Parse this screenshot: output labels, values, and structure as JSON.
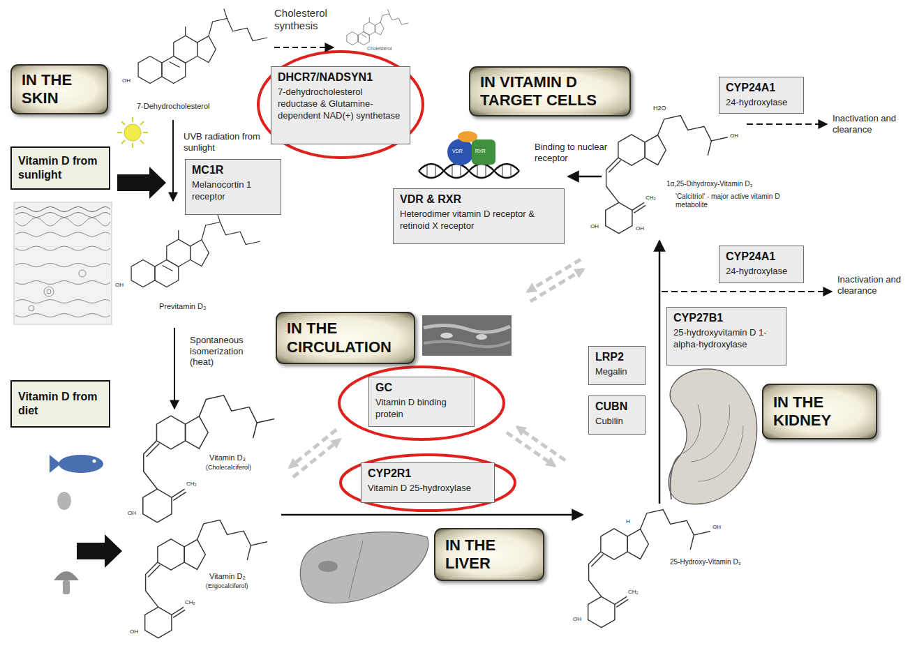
{
  "diagram": {
    "nodes": [
      {
        "text": [
          "IN THE SKIN"
        ]
      },
      {
        "text": [
          "DHCR7/NADSYN1",
          "7-dehydrocholesterol reductase & Glutamine-dependent NAD(+) synthetase"
        ]
      },
      {
        "text": [
          "IN VITAMIN D TARGET CELLS"
        ]
      },
      {
        "text": [
          "CYP24A1",
          "24-hydroxylase"
        ]
      },
      {
        "text": [
          "Vitamin D from sunlight"
        ]
      },
      {
        "text": [
          "MC1R",
          "Melanocortin 1 receptor"
        ]
      },
      {
        "text": [
          "VDR & RXR",
          "Heterodimer vitamin D receptor & retinoid X receptor"
        ]
      },
      {
        "text": [
          "CYP24A1",
          "24-hydroxylase"
        ]
      },
      {
        "text": [
          "CYP27B1",
          "25-hydroxyvitamin D 1-alpha-hydroxylase"
        ]
      },
      {
        "text": [
          "IN THE CIRCULATION"
        ]
      },
      {
        "text": [
          "LRP2",
          "Megalin"
        ]
      },
      {
        "text": [
          "GC",
          "Vitamin D binding protein"
        ]
      },
      {
        "text": [
          "Vitamin D from diet"
        ]
      },
      {
        "text": [
          "CUBN",
          "Cubilin"
        ]
      },
      {
        "text": [
          "IN THE KIDNEY"
        ]
      },
      {
        "text": [
          "CYP2R1",
          "Vitamin D 25-hydroxylase"
        ]
      },
      {
        "text": [
          "IN THE LIVER"
        ]
      }
    ],
    "labels": [
      "Cholesterol synthesis",
      "Cholesterol",
      "7-Dehydrocholesterol",
      "OH",
      "UVB radiation from sunlight",
      "Binding to nuclear receptor",
      "H2O",
      "1α,25-Dihydroxy-Vitamin D₃",
      "'Calcitriol' - major active vitamin D metabolite",
      "Inactivation and clearance",
      "CH₂",
      "OH",
      "OH",
      "OH",
      "VDR",
      "RXR",
      "Inactivation and clearance",
      "Previtamin D₃",
      "OH",
      "Spontaneous isomerization (heat)",
      "Vitamin D₃",
      "(Cholecalciferol)",
      "CH₂",
      "OH",
      "Vitamin D₂",
      "(Ergocalciferol)",
      "CH₂",
      "OH",
      "H",
      "OH",
      "25-Hydroxy-Vitamin D₃",
      "CH₂",
      "OH"
    ]
  }
}
